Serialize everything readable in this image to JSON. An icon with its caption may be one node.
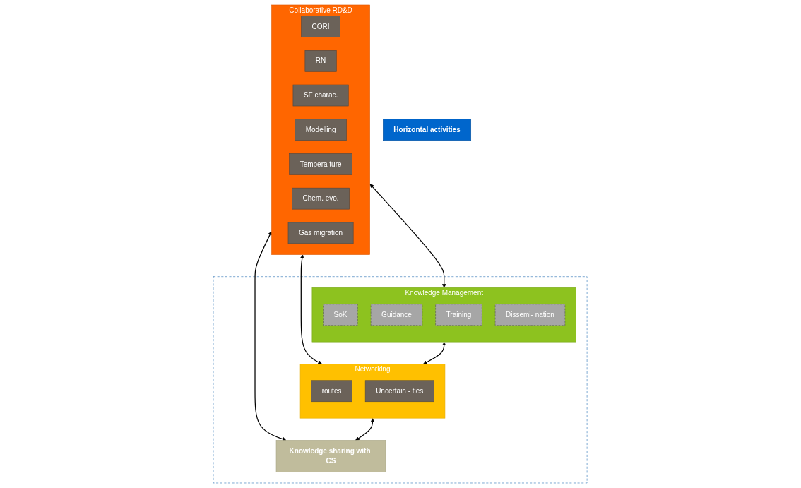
{
  "diagram": {
    "nodes": [
      {
        "text": [
          "Collaborative RD&D"
        ]
      },
      {
        "text": [
          "CORI"
        ],
        "in": 0
      },
      {
        "text": [
          "RN"
        ],
        "in": 0
      },
      {
        "text": [
          "SF charac."
        ],
        "in": 0
      },
      {
        "text": [
          "Modelling"
        ],
        "in": 0
      },
      {
        "text": [
          "Tempera ture"
        ],
        "in": 0
      },
      {
        "text": [
          "Chem. evo."
        ],
        "in": 0
      },
      {
        "text": [
          "Gas migration"
        ],
        "in": 0
      },
      {
        "text": [],
        "shape": "box"
      },
      {
        "text": [
          "Knowledge Management"
        ],
        "in": 8
      },
      {
        "text": [
          "SoK"
        ],
        "in": 9
      },
      {
        "text": [
          "Guidance"
        ],
        "in": 9
      },
      {
        "text": [
          "Training"
        ],
        "in": 9
      },
      {
        "text": [
          "Dissemi- nation"
        ],
        "in": 9
      },
      {
        "text": [
          "Networking"
        ],
        "in": 8
      },
      {
        "text": [
          "routes"
        ],
        "in": 14
      },
      {
        "text": [
          "Uncertain - ties"
        ],
        "in": 14
      },
      {
        "text": [
          "Knowledge sharing with CS"
        ],
        "in": 8
      },
      {
        "text": [
          "Horizontal activities"
        ]
      }
    ],
    "edges": [
      {
        "from": 0,
        "to": 9,
        "arrow": "both"
      },
      {
        "from": 0,
        "to": 14,
        "arrow": "both"
      },
      {
        "from": 0,
        "to": 17,
        "arrow": "both"
      },
      {
        "from": 9,
        "to": 14,
        "arrow": "both"
      },
      {
        "from": 14,
        "to": 17,
        "arrow": "both"
      }
    ]
  }
}
